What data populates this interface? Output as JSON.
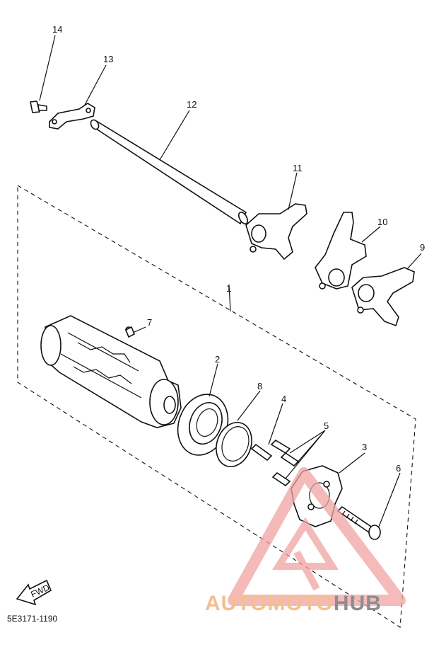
{
  "diagram": {
    "callouts": {
      "c1": "1",
      "c2": "2",
      "c3": "3",
      "c4": "4",
      "c5": "5",
      "c6": "6",
      "c7": "7",
      "c8": "8",
      "c9": "9",
      "c10": "10",
      "c11": "11",
      "c12": "12",
      "c13": "13",
      "c14": "14"
    },
    "fwd_label": "FWD",
    "drawing_code": "5E3171-1190"
  },
  "watermark": {
    "brand_part1": "AUTOMOTO",
    "brand_part2": "HUB",
    "color_part1": "#f3bf8e",
    "color_part2": "#8d8d8d",
    "logo_color": "#f1a3a3"
  }
}
